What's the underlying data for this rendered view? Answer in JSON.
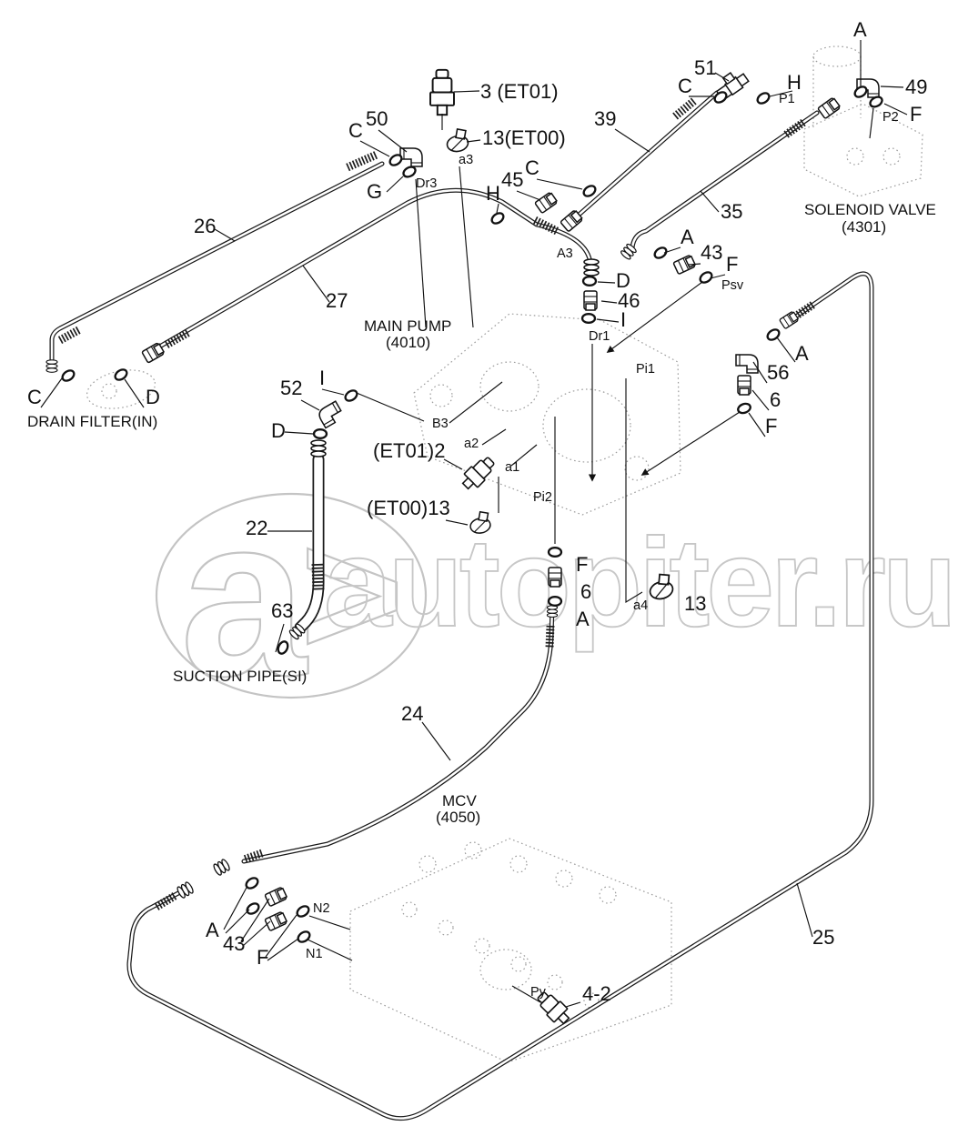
{
  "watermark": {
    "logo_a": "a",
    "logo_gt": ">",
    "text": "autopiter.ru",
    "color": "#c7c7c7"
  },
  "components": {
    "solenoid_line1": "SOLENOID VALVE",
    "solenoid_line2": "(4301)",
    "main_pump_line1": "MAIN PUMP",
    "main_pump_line2": "(4010)",
    "drain_filter": "DRAIN FILTER(IN)",
    "suction_pipe": "SUCTION PIPE(SI)",
    "mcv_line1": "MCV",
    "mcv_line2": "(4050)"
  },
  "labels": {
    "part3": "3 (ET01)",
    "part50": "50",
    "c50": "C",
    "g": "G",
    "part13et00": "13(ET00)",
    "part45": "45",
    "c45": "C",
    "h45": "H",
    "part39": "39",
    "part51": "51",
    "c51": "C",
    "h_sol": "H",
    "a_sol": "A",
    "part49": "49",
    "f_sol": "F",
    "part35": "35",
    "part26": "26",
    "part27": "27",
    "a43": "A",
    "part43": "43",
    "f_psv": "F",
    "d46": "D",
    "part46": "46",
    "i46": "I",
    "a56": "A",
    "part56": "56",
    "part6r": "6",
    "f6r": "F",
    "c_df": "C",
    "d_df": "D",
    "part52": "52",
    "i52": "I",
    "d52": "D",
    "part2": "(ET01)2",
    "part13b": "(ET00)13",
    "part22": "22",
    "part63": "63",
    "f_mid": "F",
    "part6m": "6",
    "a_mid": "A",
    "part13c": "13",
    "part24": "24",
    "a_mcv": "A",
    "part43m": "43",
    "f_mcv": "F",
    "part42": "4-2",
    "part25": "25"
  },
  "ports": {
    "a3": "a3",
    "dr3": "Dr3",
    "p1": "P1",
    "p2": "P2",
    "a3cap": "A3",
    "psv": "Psv",
    "dr1": "Dr1",
    "pi1": "Pi1",
    "pi2": "Pi2",
    "b3": "B3",
    "a2": "a2",
    "a1": "a1",
    "a4": "a4",
    "n2": "N2",
    "n1": "N1",
    "py": "Py"
  }
}
